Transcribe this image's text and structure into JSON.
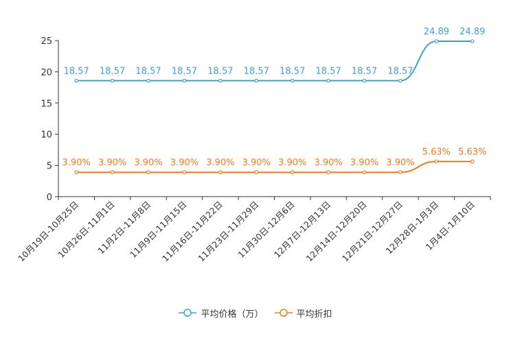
{
  "chart_data": {
    "type": "line",
    "categories": [
      "10月19日-10月25日",
      "10月26日-11月1日",
      "11月2日-11月8日",
      "11月9日-11月15日",
      "11月16日-11月22日",
      "11月23日-11月29日",
      "11月30日-12月6日",
      "12月7日-12月13日",
      "12月14日-12月20日",
      "12月21日-12月27日",
      "12月28日-1月3日",
      "1月4日-1月10日"
    ],
    "series": [
      {
        "name": "平均价格（万）",
        "color": "#3fa0cf",
        "values": [
          18.57,
          18.57,
          18.57,
          18.57,
          18.57,
          18.57,
          18.57,
          18.57,
          18.57,
          18.57,
          24.89,
          24.89
        ],
        "labels": [
          "18.57",
          "18.57",
          "18.57",
          "18.57",
          "18.57",
          "18.57",
          "18.57",
          "18.57",
          "18.57",
          "18.57",
          "24.89",
          "24.89"
        ]
      },
      {
        "name": "平均折扣",
        "color": "#f07a1a",
        "values": [
          3.9,
          3.9,
          3.9,
          3.9,
          3.9,
          3.9,
          3.9,
          3.9,
          3.9,
          3.9,
          5.63,
          5.63
        ],
        "labels": [
          "3.90%",
          "3.90%",
          "3.90%",
          "3.90%",
          "3.90%",
          "3.90%",
          "3.90%",
          "3.90%",
          "3.90%",
          "3.90%",
          "5.63%",
          "5.63%"
        ]
      }
    ],
    "y_ticks": [
      "0",
      "5",
      "10",
      "15",
      "20",
      "25"
    ],
    "ylim": [
      0,
      25
    ],
    "title": "",
    "xlabel": "",
    "ylabel": "",
    "grid": false,
    "legend_position": "bottom"
  }
}
